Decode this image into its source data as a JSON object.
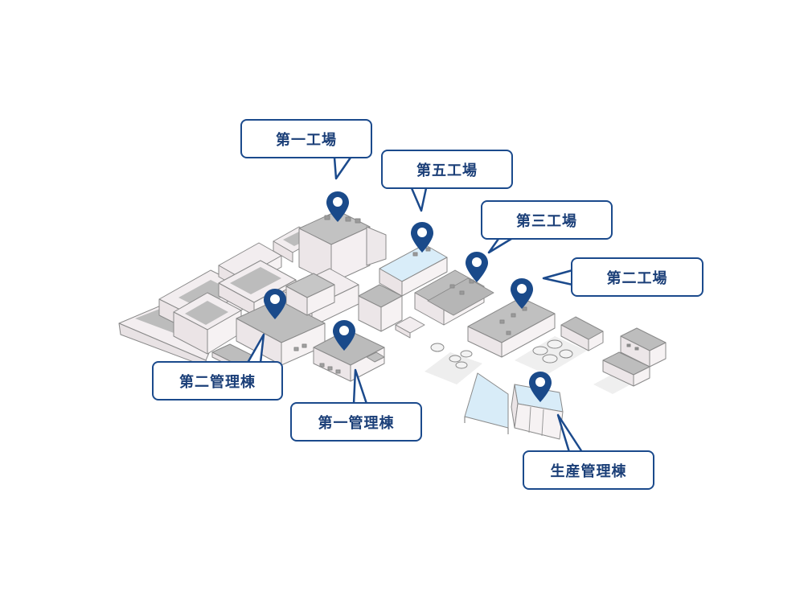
{
  "labels": {
    "factory_1": "第一工場",
    "factory_5": "第五工場",
    "factory_3": "第三工場",
    "factory_2": "第二工場",
    "admin_2": "第二管理棟",
    "admin_1": "第一管理棟",
    "production_admin": "生産管理棟"
  },
  "colors": {
    "callout_border": "#1b4a8c",
    "callout_text": "#1b3f78",
    "pin": "#1a4a8a",
    "roof": "#b9b9b9",
    "wall": "#f4eff0",
    "glass": "#d8ecf8"
  }
}
